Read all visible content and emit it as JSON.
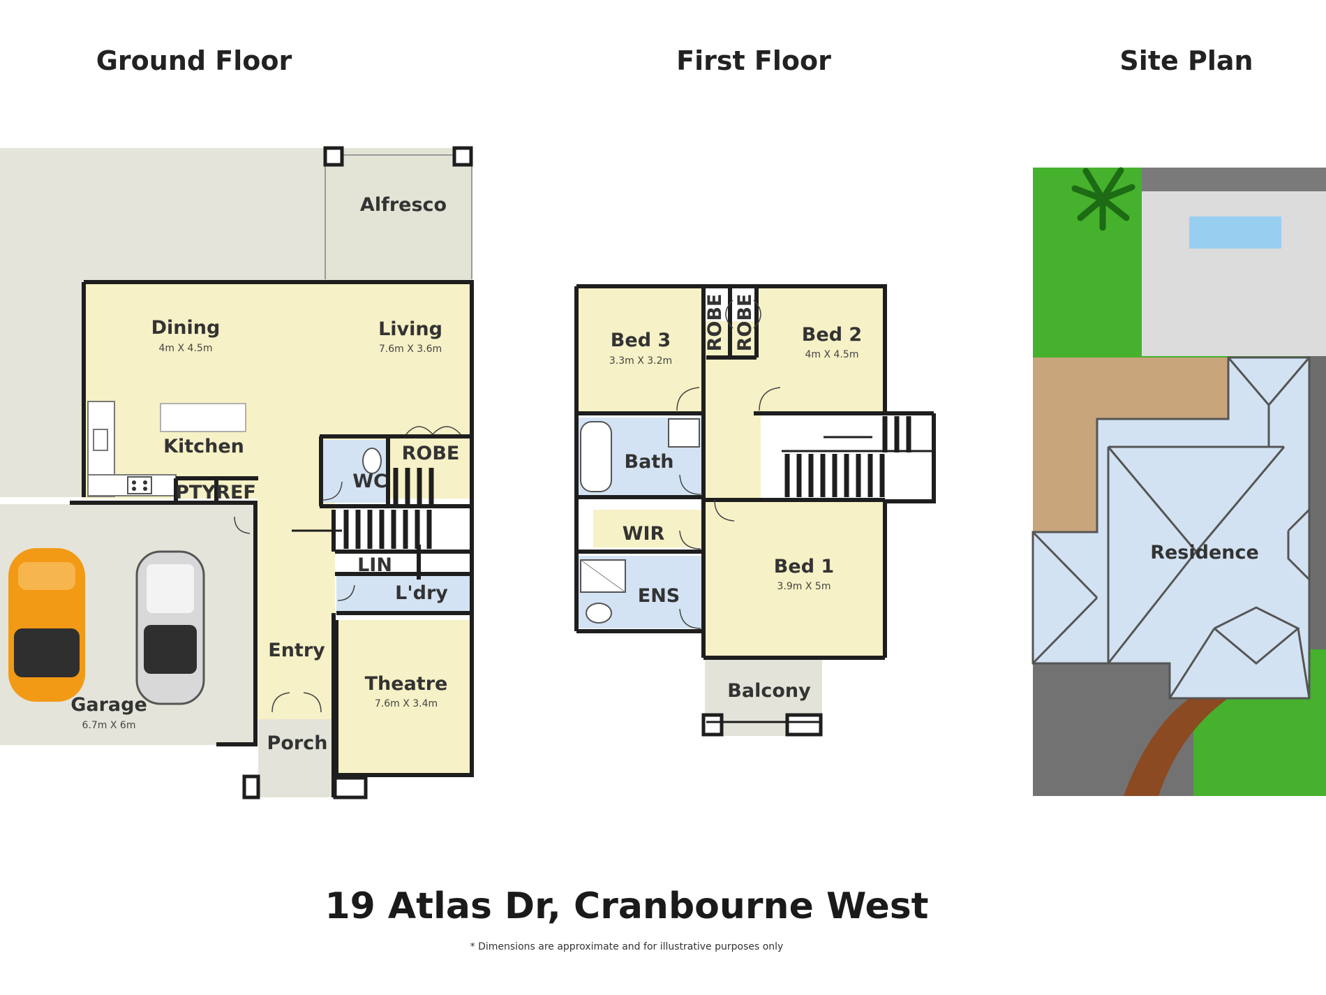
{
  "floors": {
    "ground": {
      "heading": "Ground Floor",
      "rooms": {
        "alfresco": "Alfresco",
        "dining": {
          "name": "Dining",
          "dims": "4m X 4.5m"
        },
        "living": {
          "name": "Living",
          "dims": "7.6m X 3.6m"
        },
        "kitchen": "Kitchen",
        "robe": "ROBE",
        "wc": "WC",
        "pty": "PTY",
        "ref": "REF",
        "lin": "LIN",
        "laundry": "L'dry",
        "garage": {
          "name": "Garage",
          "dims": "6.7m X 6m"
        },
        "entry": "Entry",
        "theatre": {
          "name": "Theatre",
          "dims": "7.6m X 3.4m"
        },
        "porch": "Porch"
      }
    },
    "first": {
      "heading": "First Floor",
      "rooms": {
        "bed3": {
          "name": "Bed 3",
          "dims": "3.3m X 3.2m"
        },
        "robe_a": "ROBE",
        "robe_b": "ROBE",
        "bed2": {
          "name": "Bed 2",
          "dims": "4m X 4.5m"
        },
        "bath": "Bath",
        "wir": "WIR",
        "bed1": {
          "name": "Bed 1",
          "dims": "3.9m X 5m"
        },
        "ens": "ENS",
        "balcony": "Balcony"
      }
    },
    "site": {
      "heading": "Site Plan",
      "residence": "Residence"
    }
  },
  "address": "19 Atlas Dr, Cranbourne West",
  "disclaimer": "* Dimensions are approximate and for illustrative purposes only",
  "colors": {
    "room_fill": "#f6f1c6",
    "wet_area": "#d3e3f3",
    "outdoor": "#e3e3d9",
    "wall": "#1e1e1e",
    "lawn": "#45b12d",
    "roof": "#d2e2f2",
    "driveway": "#727272",
    "path": "#c9a57c",
    "pool": "#98cff1",
    "car_orange": "#f29a16"
  },
  "icons": [
    "car-icon",
    "palm-tree-icon",
    "stove-icon",
    "sink-icon",
    "toilet-icon",
    "bathtub-icon",
    "shower-icon"
  ]
}
